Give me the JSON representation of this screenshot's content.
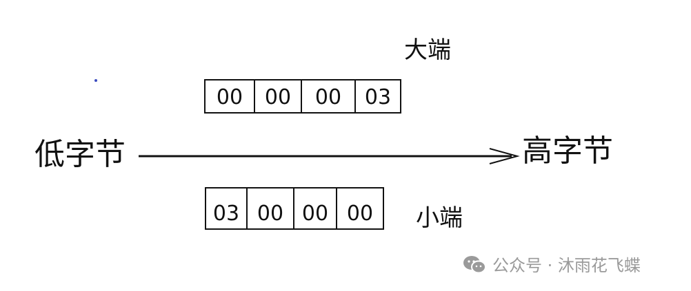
{
  "labels": {
    "big_endian": "大端",
    "little_endian": "小端",
    "low_byte": "低字节",
    "high_byte": "高字节"
  },
  "big_endian_bytes": [
    "00",
    "00",
    "00",
    "03"
  ],
  "little_endian_bytes": [
    "03",
    "00",
    "00",
    "00"
  ],
  "watermark": {
    "text": "公众号 · 沐雨花飞蝶",
    "icon": "wechat-icon"
  },
  "colors": {
    "ink": "#111111",
    "dot": "#3b4cc0",
    "watermark": "#9a9a9a"
  }
}
